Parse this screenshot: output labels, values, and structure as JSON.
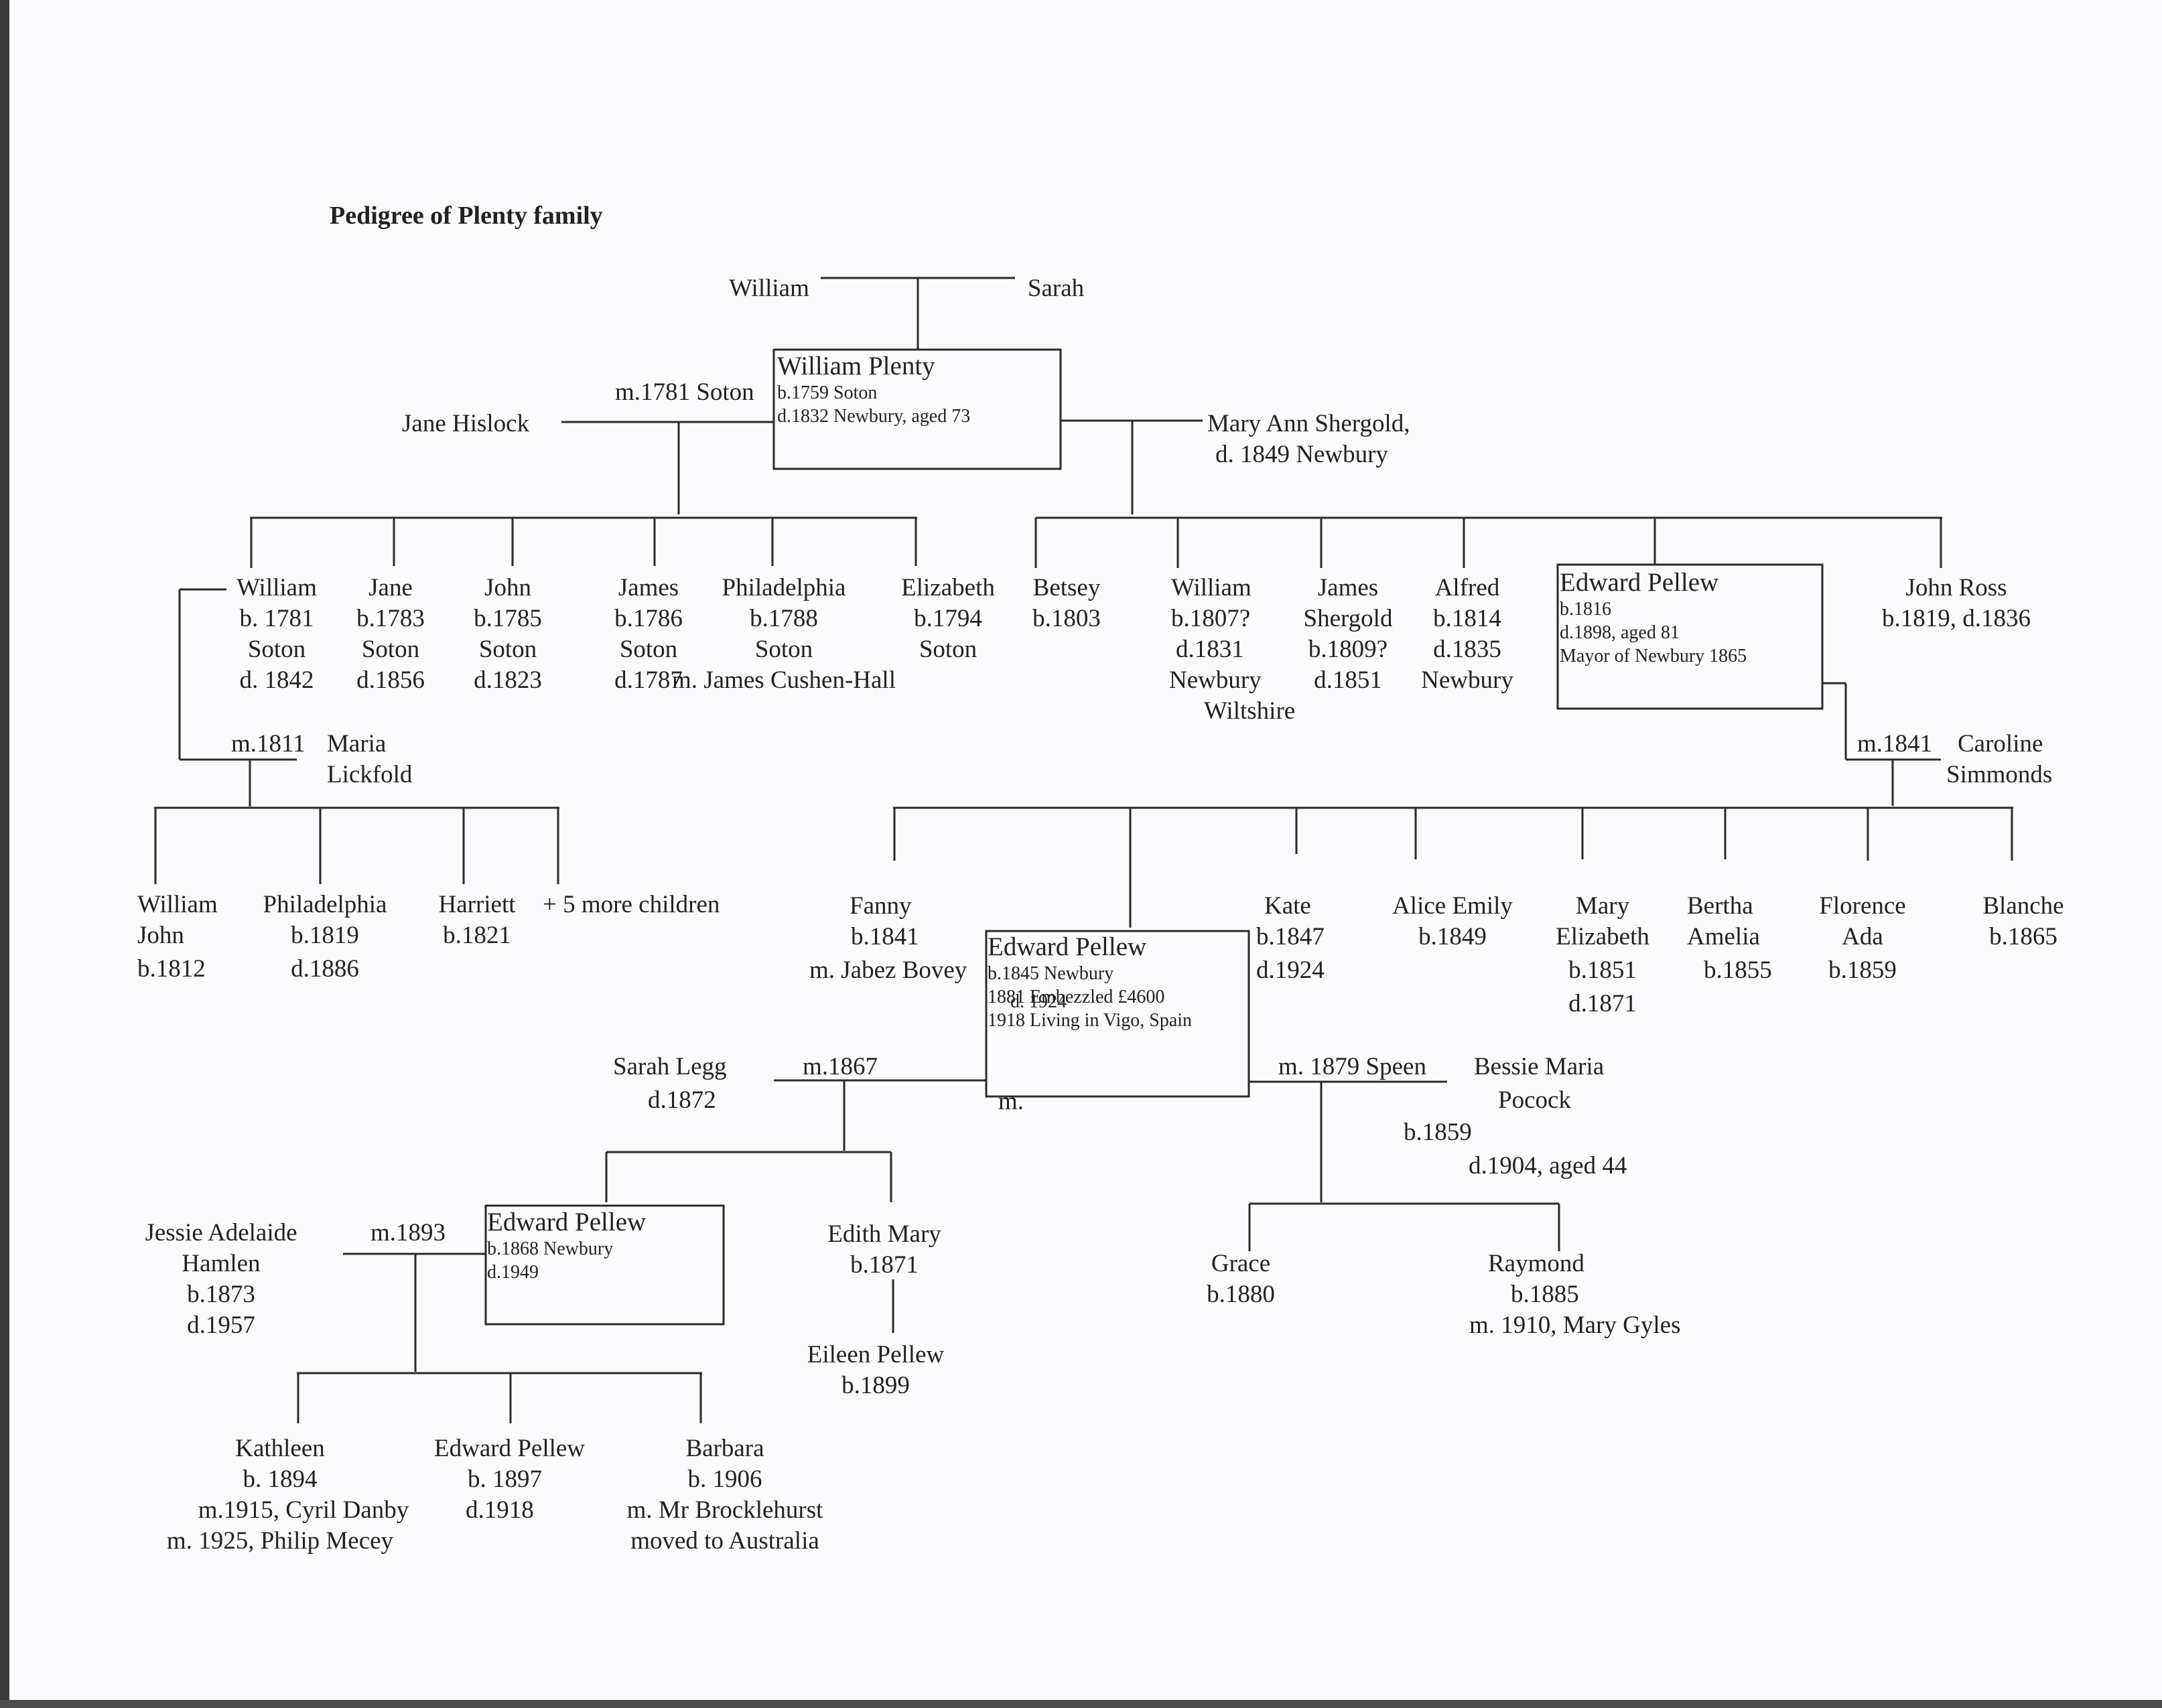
{
  "title": "Pedigree of Plenty family",
  "people": {
    "father": [
      "William"
    ],
    "mother": [
      "Sarah"
    ],
    "william_plenty": {
      "name": "William Plenty",
      "details": [
        "b.1759 Soton",
        "d.1832 Newbury, aged 73"
      ]
    },
    "jane_hislock": [
      "Jane Hislock"
    ],
    "marr_1781": [
      "m.1781 Soton"
    ],
    "mary_ann": [
      "Mary Ann Shergold,",
      "d. 1849 Newbury"
    ],
    "william_1781": [
      "William",
      "b. 1781",
      "Soton",
      "d. 1842"
    ],
    "jane_1783": [
      "Jane",
      "b.1783",
      "Soton",
      "d.1856"
    ],
    "john_1785": [
      "John",
      "b.1785",
      "Soton",
      "d.1823"
    ],
    "james_1786": [
      "James",
      "b.1786",
      "Soton",
      "d.1787"
    ],
    "philadelphia_1788": [
      "Philadelphia",
      "b.1788",
      "Soton",
      "m. James Cushen-Hall"
    ],
    "elizabeth_1794": [
      "Elizabeth",
      "b.1794",
      "Soton"
    ],
    "betsey_1803": [
      "Betsey",
      "b.1803"
    ],
    "william_1807": [
      "William",
      "b.1807?",
      "d.1831",
      "Newbury",
      "Wiltshire"
    ],
    "james_shergold": [
      "James",
      "Shergold",
      "b.1809?",
      "d.1851"
    ],
    "alfred_1814": [
      "Alfred",
      "b.1814",
      "d.1835",
      "Newbury"
    ],
    "edward_1816": {
      "name": "Edward Pellew",
      "details": [
        "b.1816",
        "d.1898, aged 81",
        "Mayor of Newbury 1865"
      ]
    },
    "john_ross": [
      "John Ross",
      "b.1819, d.1836"
    ],
    "marr_1811": [
      "m.1811"
    ],
    "maria_lickfold": [
      "Maria",
      "Lickfold"
    ],
    "marr_1841": [
      "m.1841"
    ],
    "caroline": [
      "Caroline",
      "Simmonds"
    ],
    "william_john": [
      "William",
      "John",
      "b.1812"
    ],
    "philadelphia_1819": [
      "Philadelphia",
      "b.1819",
      "d.1886"
    ],
    "harriett": [
      "Harriett",
      "b.1821"
    ],
    "more_children": [
      "+ 5 more children"
    ],
    "fanny": [
      "Fanny",
      "b.1841",
      "m. Jabez Bovey"
    ],
    "edward_1845": {
      "name": "Edward Pellew",
      "details": [
        "b.1845 Newbury",
        "1881 Embezzled £4600",
        "1918 Living in Vigo, Spain"
      ],
      "overlap": "d. 1924",
      "stray_m": "m."
    },
    "kate": [
      "Kate",
      "b.1847",
      "d.1924"
    ],
    "alice_emily": [
      "Alice Emily",
      "b.1849"
    ],
    "mary_elizabeth": [
      "Mary",
      "Elizabeth",
      "b.1851",
      "d.1871"
    ],
    "bertha_amelia": [
      "Bertha",
      "Amelia",
      "b.1855"
    ],
    "florence_ada": [
      "Florence",
      "Ada",
      "b.1859"
    ],
    "blanche": [
      "Blanche",
      "b.1865"
    ],
    "sarah_legg": [
      "Sarah Legg",
      "d.1872"
    ],
    "marr_1867": [
      "m.1867"
    ],
    "marr_1879": [
      "m. 1879 Speen"
    ],
    "bessie": [
      "Bessie Maria",
      "Pocock"
    ],
    "bessie_b": [
      "b.1859"
    ],
    "bessie_d": [
      "d.1904, aged 44"
    ],
    "jessie": [
      "Jessie Adelaide",
      "Hamlen",
      "b.1873",
      "d.1957"
    ],
    "marr_1893": [
      "m.1893"
    ],
    "edward_1868": {
      "name": "Edward Pellew",
      "details": [
        "b.1868 Newbury",
        "d.1949"
      ]
    },
    "edith_mary": [
      "Edith Mary",
      "b.1871"
    ],
    "eileen": [
      "Eileen Pellew",
      "b.1899"
    ],
    "grace": [
      "Grace",
      "b.1880"
    ],
    "raymond": [
      "Raymond",
      "b.1885",
      "m. 1910, Mary Gyles"
    ],
    "kathleen": [
      "Kathleen",
      "b. 1894",
      "m.1915, Cyril Danby",
      "m. 1925, Philip Mecey"
    ],
    "edward_1897": [
      "Edward Pellew",
      "b. 1897",
      "d.1918"
    ],
    "barbara": [
      "Barbara",
      "b. 1906",
      "m. Mr Brocklehurst",
      "moved to Australia"
    ]
  }
}
